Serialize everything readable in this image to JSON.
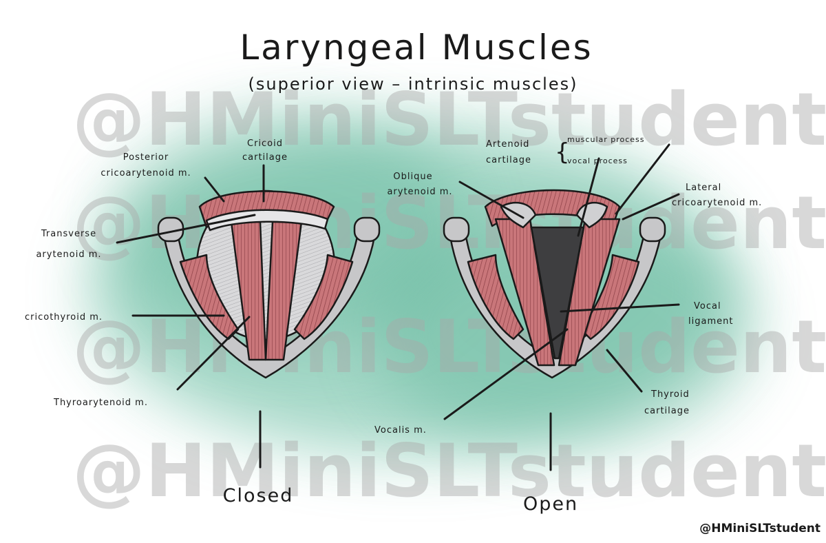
{
  "title": "Laryngeal Muscles",
  "subtitle": "(superior view – intrinsic muscles)",
  "watermark": "@HMiniSLTstudent",
  "credit": "@HMiniSLTstudent",
  "colors": {
    "background_wash": "#5bb79a",
    "muscle": "#c9767a",
    "muscle_dark": "#8a3e44",
    "cartilage": "#c7c7c9",
    "ink": "#1a1a1a"
  },
  "closed": {
    "state_label": "Closed",
    "labels": {
      "cricoid_cartilage_1": "Cricoid",
      "cricoid_cartilage_2": "cartilage",
      "posterior_crico_1": "Posterior",
      "posterior_crico_2": "cricoarytenoid m.",
      "transverse_1": "Transverse",
      "transverse_2": "arytenoid m.",
      "cricothyroid": "cricothyroid m.",
      "thyroarytenoid": "Thyroarytenoid m."
    }
  },
  "open": {
    "state_label": "Open",
    "labels": {
      "artenoid_1": "Artenoid",
      "artenoid_2": "cartilage",
      "muscular_process": "muscular process",
      "vocal_process": "vocal process",
      "oblique_1": "Oblique",
      "oblique_2": "arytenoid m.",
      "lateral_1": "Lateral",
      "lateral_2": "cricoarytenoid m.",
      "vocal_lig_1": "Vocal",
      "vocal_lig_2": "ligament",
      "thyroid_1": "Thyroid",
      "thyroid_2": "cartilage",
      "vocalis": "Vocalis m."
    }
  }
}
